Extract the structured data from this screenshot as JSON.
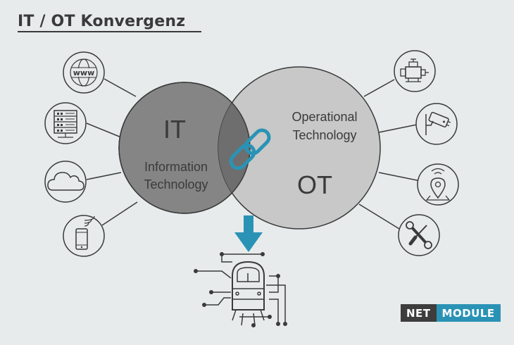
{
  "title": "IT / OT Konvergenz",
  "it_circle": {
    "abbr": "IT",
    "line1": "Information",
    "line2": "Technology"
  },
  "ot_circle": {
    "abbr": "OT",
    "line1": "Operational",
    "line2": "Technology"
  },
  "left_icons": [
    "www-globe-icon",
    "server-rack-icon",
    "cloud-icon",
    "smartphone-icon"
  ],
  "right_icons": [
    "engine-icon",
    "security-camera-icon",
    "location-sensor-icon",
    "tools-icon"
  ],
  "www_text": "www",
  "logo": {
    "part1": "NET",
    "part2": "MODULE"
  },
  "colors": {
    "background": "#e7ebec",
    "it_circle": "#858585",
    "ot_circle": "#c8c8c8",
    "overlap": "#6e6e6e",
    "accent": "#2a93b5",
    "logo_dark": "#3d3d3d"
  }
}
